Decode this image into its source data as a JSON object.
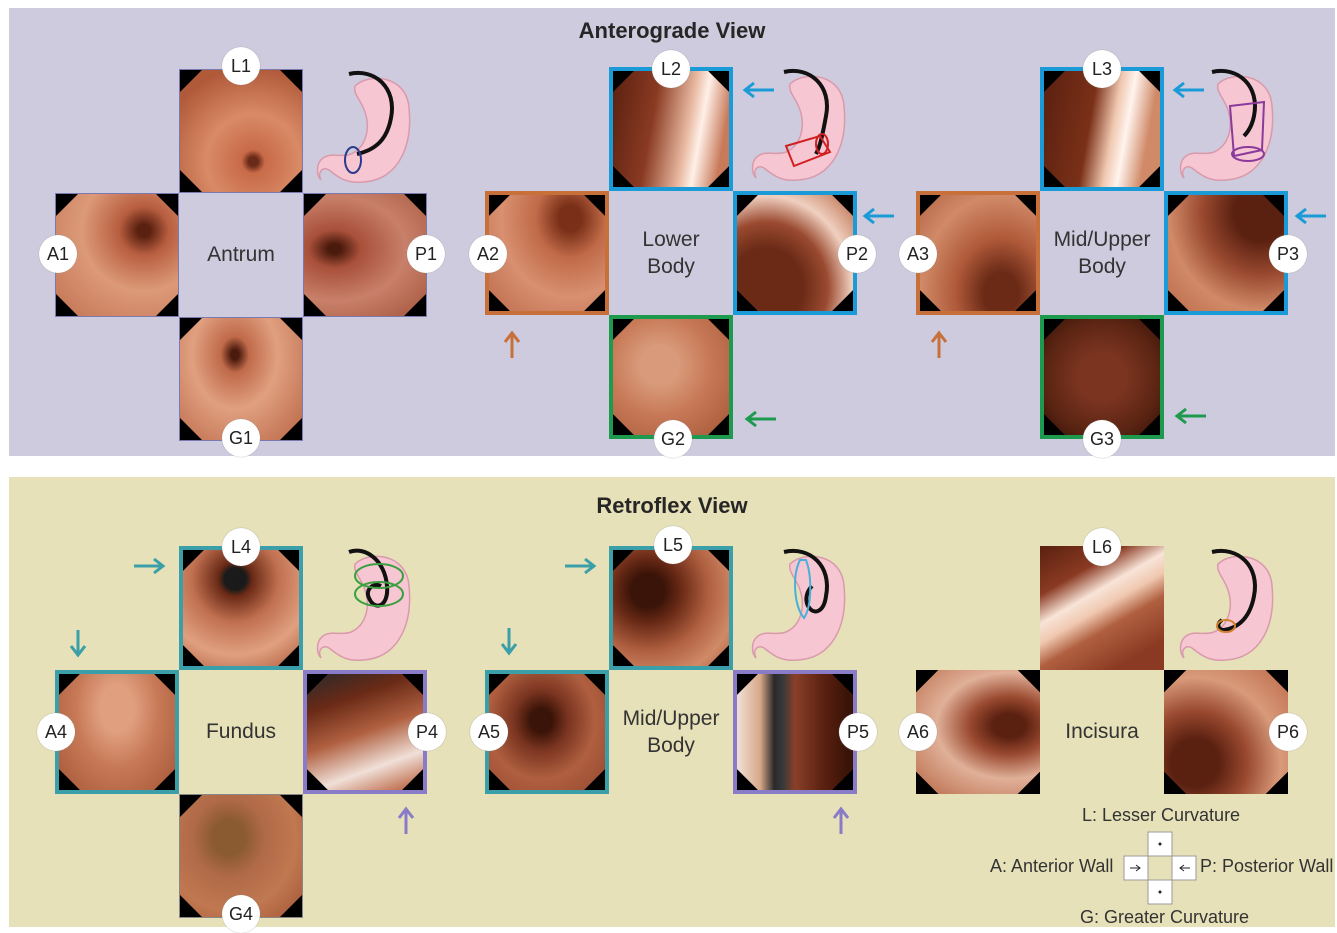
{
  "anterograde": {
    "title": "Anterograde View",
    "groups": [
      {
        "center": "Antrum",
        "L": "L1",
        "A": "A1",
        "P": "P1",
        "G": "G1"
      },
      {
        "center_line1": "Lower",
        "center_line2": "Body",
        "L": "L2",
        "A": "A2",
        "P": "P2",
        "G": "G2"
      },
      {
        "center_line1": "Mid/Upper",
        "center_line2": "Body",
        "L": "L3",
        "A": "A3",
        "P": "P3",
        "G": "G3"
      }
    ]
  },
  "retroflex": {
    "title": "Retroflex View",
    "groups": [
      {
        "center": "Fundus",
        "L": "L4",
        "A": "A4",
        "P": "P4",
        "G": "G4"
      },
      {
        "center_line1": "Mid/Upper",
        "center_line2": "Body",
        "L": "L5",
        "A": "A5",
        "P": "P5"
      },
      {
        "center": "Incisura",
        "L": "L6",
        "A": "A6",
        "P": "P6"
      }
    ]
  },
  "legend": {
    "lesser": "L: Lesser Curvature",
    "anterior": "A: Anterior Wall",
    "posterior": "P: Posterior Wall",
    "greater": "G: Greater Curvature"
  },
  "colors": {
    "top_panel": "#cdcbdd",
    "bottom_panel": "#e6e1b8",
    "blue": "#1a9bd7",
    "orange": "#c8703a",
    "green": "#1e9a4e",
    "teal": "#3a9fa8",
    "purple": "#8a7bc8",
    "stomach": "#f7c6d3"
  }
}
